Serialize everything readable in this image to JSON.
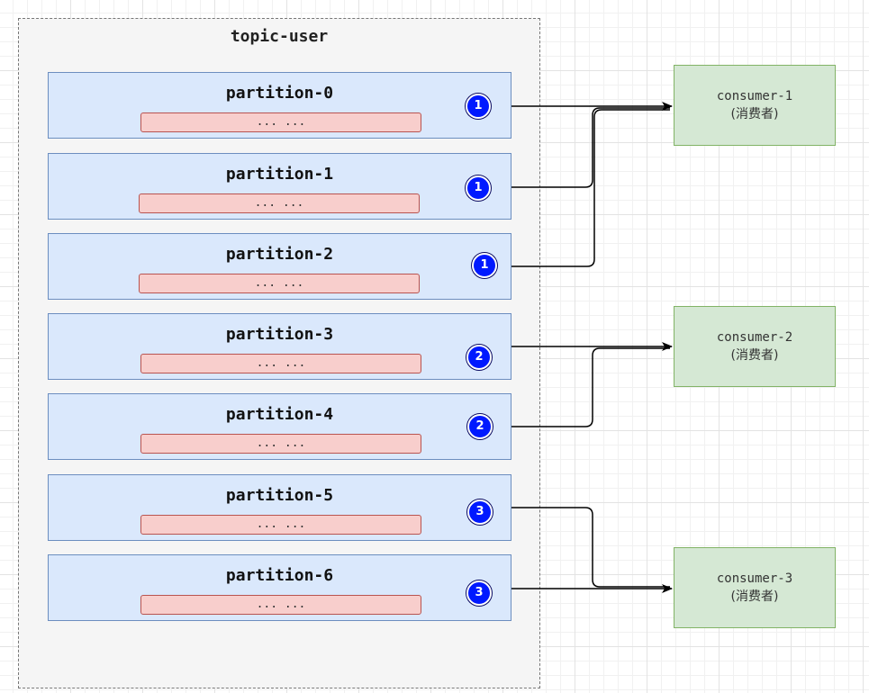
{
  "topic": {
    "title": "topic-user"
  },
  "partitions": [
    {
      "label": "partition-0",
      "content": "... ...",
      "badge": "1",
      "consumer": "consumer-1"
    },
    {
      "label": "partition-1",
      "content": "... ...",
      "badge": "1",
      "consumer": "consumer-1"
    },
    {
      "label": "partition-2",
      "content": "... ...",
      "badge": "1",
      "consumer": "consumer-1"
    },
    {
      "label": "partition-3",
      "content": "... ...",
      "badge": "2",
      "consumer": "consumer-2"
    },
    {
      "label": "partition-4",
      "content": "... ...",
      "badge": "2",
      "consumer": "consumer-2"
    },
    {
      "label": "partition-5",
      "content": "... ...",
      "badge": "3",
      "consumer": "consumer-3"
    },
    {
      "label": "partition-6",
      "content": "... ...",
      "badge": "3",
      "consumer": "consumer-3"
    }
  ],
  "consumers": [
    {
      "name": "consumer-1",
      "subtitle": "(消费者)"
    },
    {
      "name": "consumer-2",
      "subtitle": "(消费者)"
    },
    {
      "name": "consumer-3",
      "subtitle": "(消费者)"
    }
  ],
  "colors": {
    "partition_fill": "#dae8fc",
    "partition_border": "#6c8ebf",
    "bar_fill": "#f8cecc",
    "bar_border": "#b85450",
    "badge": "#0019ff",
    "consumer_fill": "#d5e8d4",
    "consumer_border": "#82b366",
    "topic_fill": "#f5f5f5"
  }
}
